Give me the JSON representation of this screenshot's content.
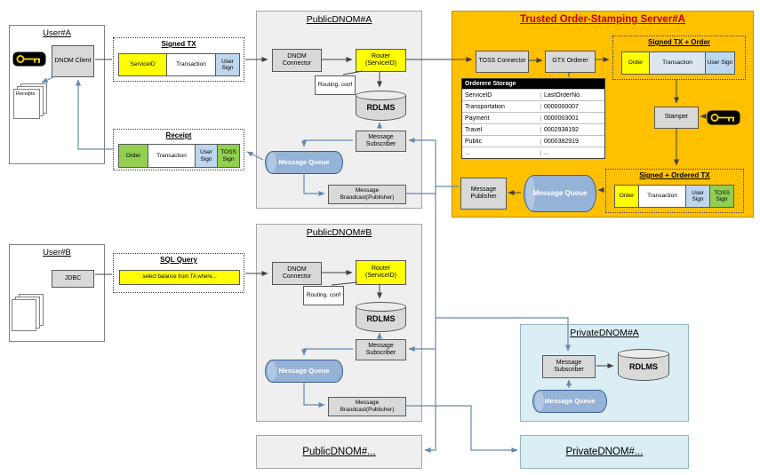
{
  "colors": {
    "yellow": "#ffff00",
    "light_blue": "#bdd7ee",
    "pale_blue": "#dce6f1",
    "green": "#92d050",
    "orange": "#ffc000",
    "gray_box": "#d9d9d9",
    "container_gray": "#efefef",
    "container_blue": "#daeef3",
    "queue_blue": "#95b3d7",
    "toss_title_red": "#c00000"
  },
  "user_a": {
    "title": "User#A",
    "client_label": "DNOM Client",
    "receipts_label": "Receipts"
  },
  "signed_tx": {
    "title": "Signed TX",
    "cells": [
      {
        "label": "ServiceID"
      },
      {
        "label": "Transaction"
      },
      {
        "label": "User Sign"
      }
    ]
  },
  "public_dnom_a": {
    "title": "PublicDNOM#A",
    "connector": "DNOM Connector",
    "router": "Router (ServiceID)",
    "routing_conf": "Routing. conf",
    "rdlms": "RDLMS",
    "subscriber": "Message Subscriber",
    "queue": "Message Queue",
    "broadcast": "Message Braodcast(Publisher)"
  },
  "toss": {
    "title": "Trusted Order-Stamping Server#A",
    "connector": "TOSS Connector",
    "orderer": "GTX Orderer",
    "storage": {
      "title": "Orderere Storage",
      "rows": [
        {
          "k": "ServiceID",
          "v": "LastOrderNo."
        },
        {
          "k": "Transportation",
          "v": "0000000007"
        },
        {
          "k": "Payment",
          "v": "0000003001"
        },
        {
          "k": "Travel",
          "v": "0002938192"
        },
        {
          "k": "Public",
          "v": "0000382919"
        },
        {
          "k": "...",
          "v": "..."
        }
      ]
    },
    "signed_tx_order": {
      "title": "Signed TX + Order",
      "cells": [
        {
          "label": "Order"
        },
        {
          "label": "Transaction"
        },
        {
          "label": "User Sign"
        }
      ]
    },
    "stamper": "Stamper",
    "signed_ordered_tx": {
      "title": "Signed + Ordered TX",
      "cells": [
        {
          "label": "Order"
        },
        {
          "label": "Transaction"
        },
        {
          "label": "User Sign"
        },
        {
          "label": "TOSS Sign"
        }
      ]
    },
    "queue": "Message Queue",
    "publisher": "Message Publisher"
  },
  "receipt": {
    "title": "Receipt",
    "cells": [
      {
        "label": "Order"
      },
      {
        "label": "Transaction"
      },
      {
        "label": "User Sign"
      },
      {
        "label": "TOSS Sign"
      }
    ]
  },
  "user_b": {
    "title": "User#B",
    "jdbc": "JDBC"
  },
  "sql_query": {
    "title": "SQL Query",
    "query": "select balance from TA where..."
  },
  "public_dnom_b": {
    "title": "PublicDNOM#B",
    "connector": "DNOM Connector",
    "router": "Router (ServiceID)",
    "routing_conf": "Routing. conf",
    "rdlms": "RDLMS",
    "subscriber": "Message Subscriber",
    "queue": "Message Queue",
    "broadcast": "Message Braodcast(Publisher)"
  },
  "private_dnom_a": {
    "title": "PrivateDNOM#A",
    "subscriber": "Message Subscriber",
    "rdlms": "RDLMS",
    "queue": "Message Queue"
  },
  "public_dnom_more": {
    "title": "PublicDNOM#..."
  },
  "private_dnom_more": {
    "title": "PrivateDNOM#..."
  }
}
